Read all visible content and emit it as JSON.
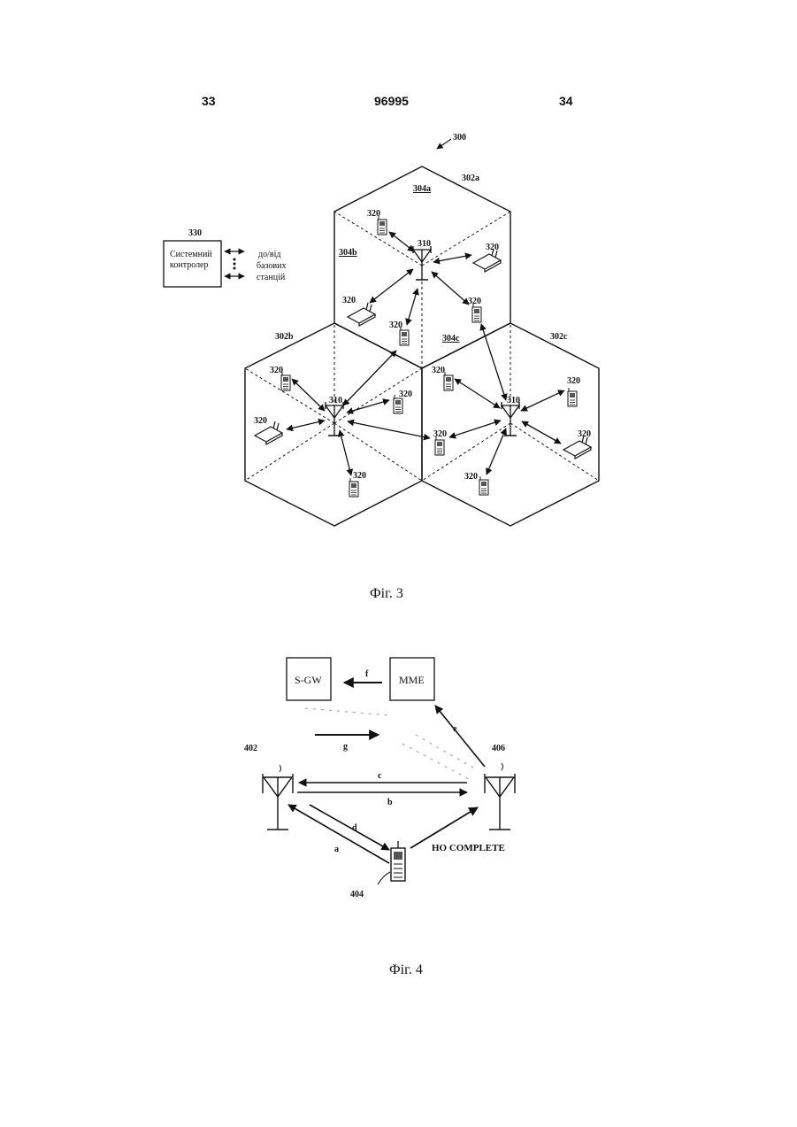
{
  "header": {
    "left_page": "33",
    "patent_number": "96995",
    "right_page": "34"
  },
  "fig3": {
    "caption": "Фіг. 3",
    "system_ref": "300",
    "controller_ref": "330",
    "controller_line1": "Системний",
    "controller_line2": "контролер",
    "to_from_line1": "до/від",
    "to_from_line2": "базових",
    "to_from_line3": "станцій",
    "cell_302a": "302a",
    "cell_302b": "302b",
    "cell_302c": "302c",
    "sector_304a": "304a",
    "sector_304b": "304b",
    "sector_304c": "304c",
    "base_station_ref": "310",
    "terminal_ref": "320"
  },
  "fig4": {
    "caption": "Фіг. 4",
    "sgw_label": "S-GW",
    "mme_label": "MME",
    "source_bs_ref": "402",
    "ue_ref": "404",
    "target_bs_ref": "406",
    "msg_a": "a",
    "msg_b": "b",
    "msg_c": "c",
    "msg_d": "d",
    "msg_e": "e",
    "msg_f": "f",
    "msg_g": "g",
    "ho_complete": "HO COMPLETE"
  }
}
